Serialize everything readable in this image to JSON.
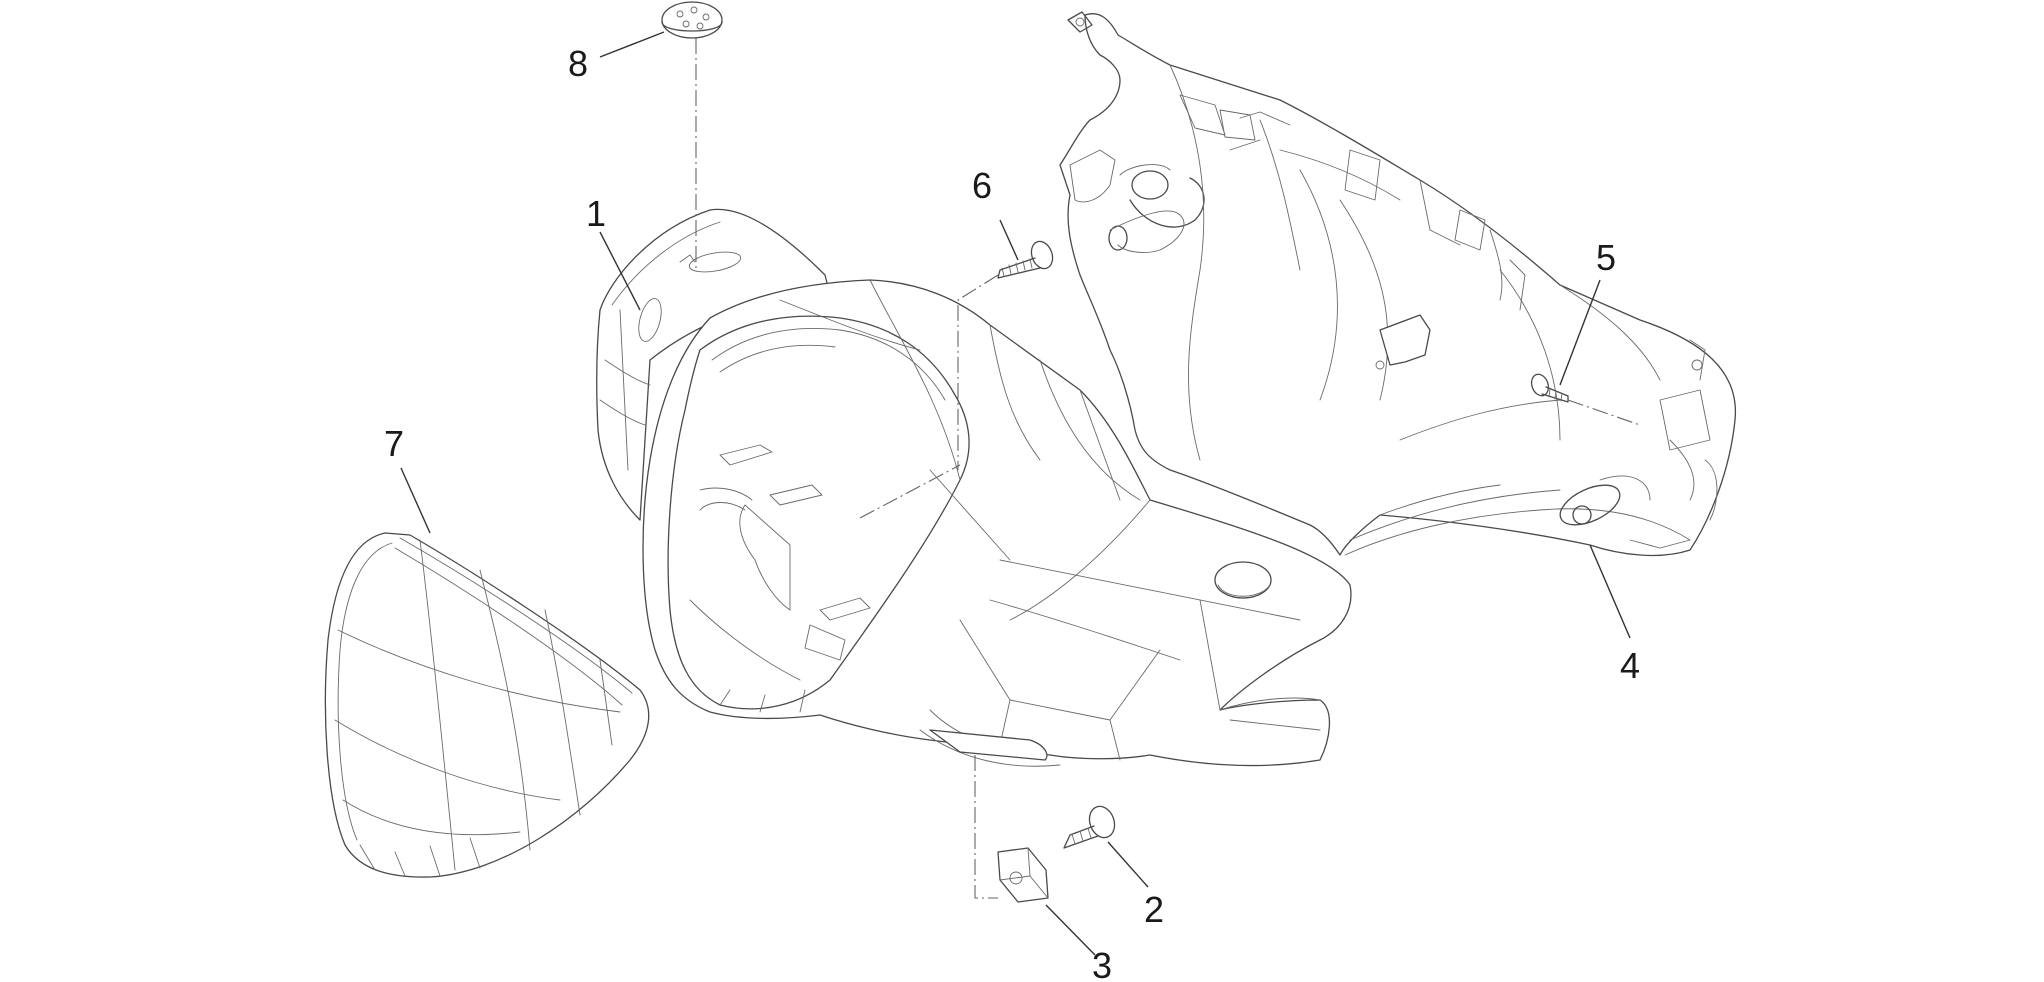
{
  "diagram": {
    "callouts": [
      {
        "id": "p1",
        "label": "1"
      },
      {
        "id": "p2",
        "label": "2"
      },
      {
        "id": "p3",
        "label": "3"
      },
      {
        "id": "p4",
        "label": "4"
      },
      {
        "id": "p5",
        "label": "5"
      },
      {
        "id": "p6",
        "label": "6"
      },
      {
        "id": "p7",
        "label": "7"
      },
      {
        "id": "p8",
        "label": "8"
      }
    ]
  }
}
